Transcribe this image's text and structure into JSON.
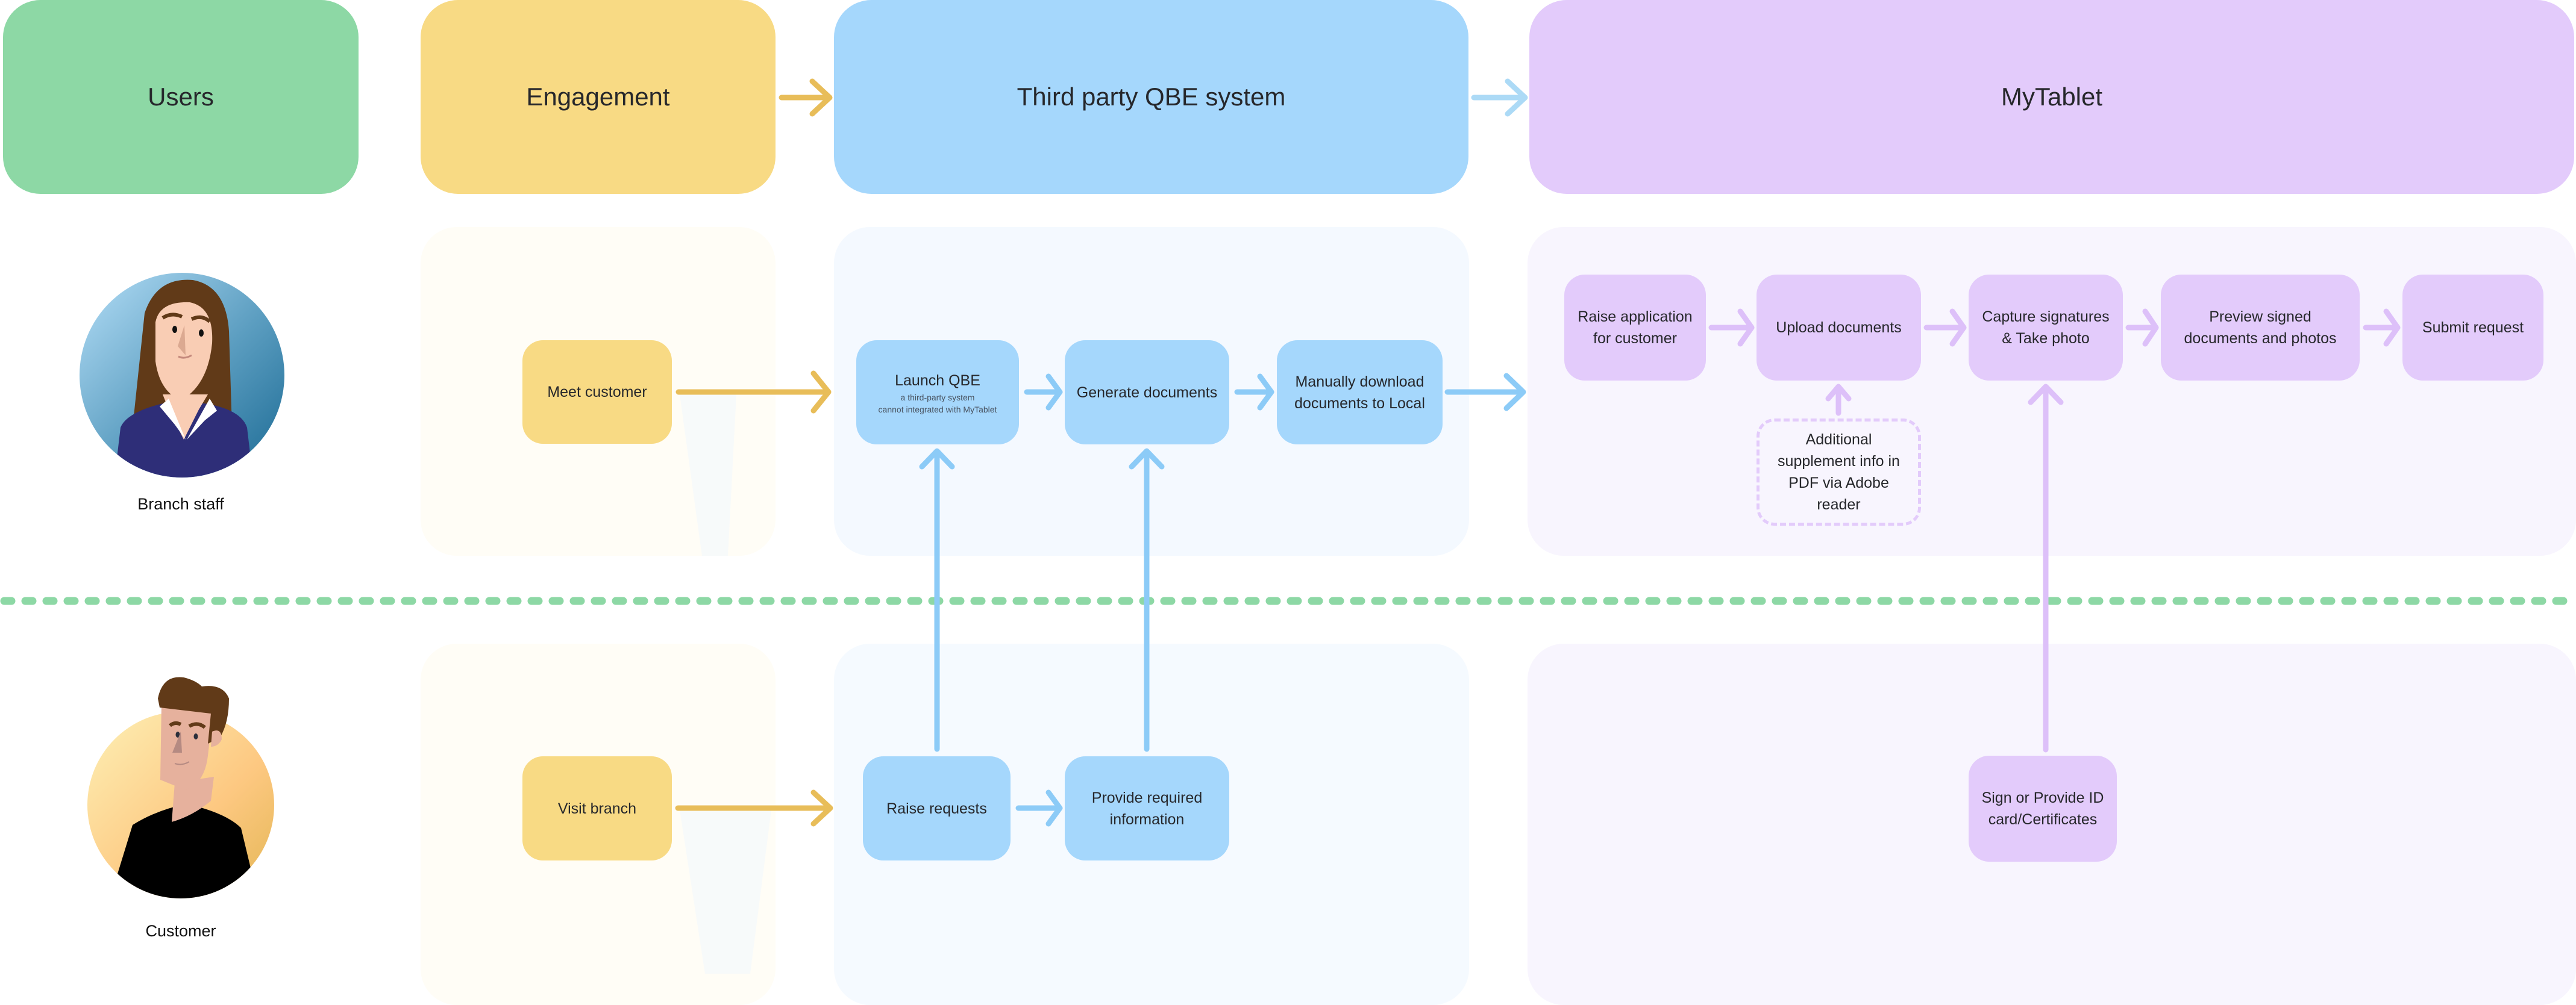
{
  "colors": {
    "users": "#8dd8a5",
    "engagement": "#f8da84",
    "third_party": "#a5d7fc",
    "mytablet": "#e3cbfb",
    "lane_engagement": "#fffdf6",
    "lane_third_party": "#f4f9ff",
    "lane_mytablet": "#f8f5fe",
    "arrow_yellow": "#e8bd59",
    "arrow_blue": "#8ccbf7",
    "arrow_blue_header": "#acdaf6",
    "arrow_purple": "#ddc0f9",
    "divider": "#8dd8a5"
  },
  "headers": {
    "users": "Users",
    "engagement": "Engagement",
    "third_party": "Third party QBE system",
    "mytablet": "MyTablet"
  },
  "personas": {
    "staff": {
      "label": "Branch staff",
      "icon": "woman-avatar-icon"
    },
    "customer": {
      "label": "Customer",
      "icon": "man-avatar-icon"
    }
  },
  "staff_row": {
    "engagement": [
      "Meet customer"
    ],
    "third_party": [
      {
        "title": "Launch QBE",
        "sub1": "a third-party system",
        "sub2": "cannot integrated with MyTablet"
      },
      {
        "title": "Generate documents"
      },
      {
        "title": "Manually download\ndocuments to Local"
      }
    ],
    "mytablet": [
      "Raise application\nfor customer",
      "Upload documents",
      "Capture signatures\n& Take photo",
      "Preview signed\ndocuments and photos",
      "Submit request"
    ],
    "supplement": "Additional\nsupplement info in\nPDF via Adobe\nreader"
  },
  "customer_row": {
    "engagement": [
      "Visit branch"
    ],
    "third_party": [
      "Raise requests",
      "Provide required\ninformation"
    ],
    "mytablet": [
      "Sign or Provide ID\ncard/Certificates"
    ]
  }
}
